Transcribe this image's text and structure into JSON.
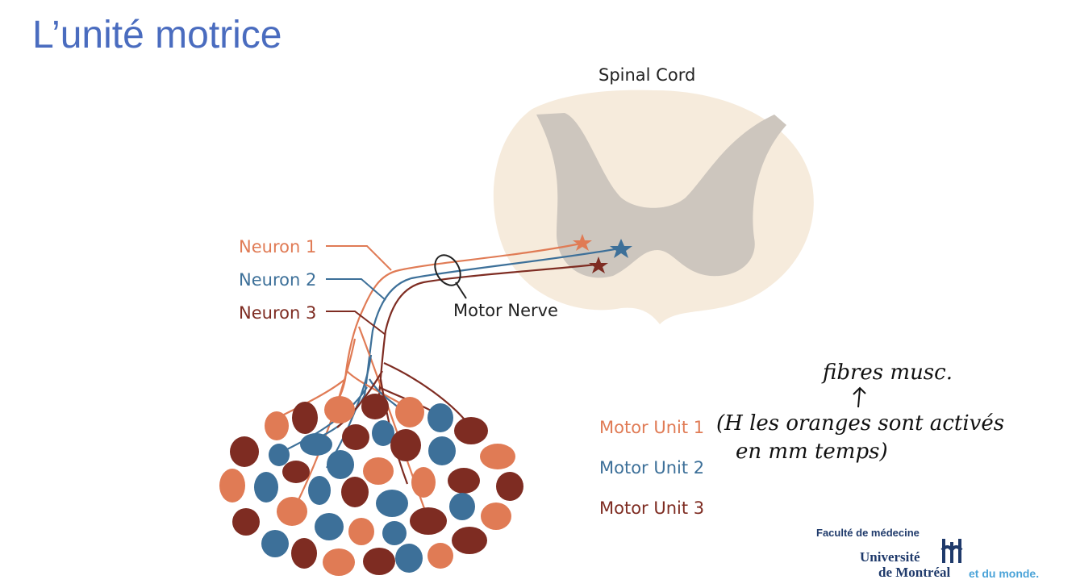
{
  "title": "L’unité motrice",
  "diagram": {
    "spinal_cord_label": "Spinal Cord",
    "motor_nerve_label": "Motor Nerve",
    "neurons": [
      {
        "label": "Neuron 1",
        "color": "#e07b55"
      },
      {
        "label": "Neuron 2",
        "color": "#3d7099"
      },
      {
        "label": "Neuron 3",
        "color": "#7e2c22"
      }
    ],
    "motor_units": [
      {
        "label": "Motor Unit 1",
        "color": "#e07b55"
      },
      {
        "label": "Motor Unit 2",
        "color": "#3d7099"
      },
      {
        "label": "Motor Unit 3",
        "color": "#7e2c22"
      }
    ]
  },
  "handwriting": {
    "note_top": "fibres musc.",
    "note_line1": "(H les oranges sont activés",
    "note_line2": "en mm temps)"
  },
  "logo": {
    "faculty": "Faculté de médecine",
    "university_line1": "Université",
    "university_line2": "de Montréal",
    "tagline": "et du monde."
  },
  "colors": {
    "title": "#4a6cbf",
    "cord_outer": "#f6ebdc",
    "cord_gray": "#cdc6be",
    "orange": "#e07b55",
    "blue": "#3d7099",
    "maroon": "#7e2c22"
  }
}
